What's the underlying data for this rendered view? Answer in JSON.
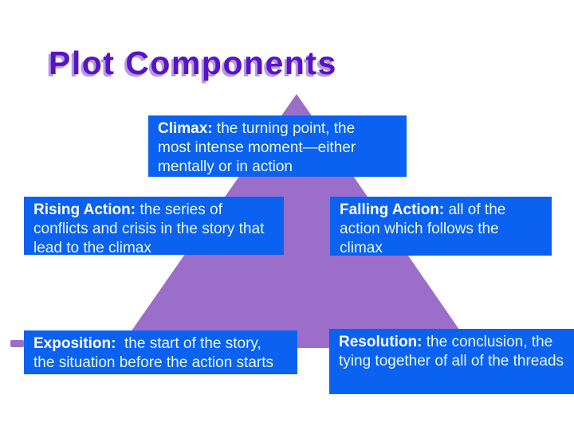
{
  "title": "Plot Components",
  "colors": {
    "box_blue": "#0B62F0",
    "triangle_purple": "#9B6ECA",
    "title_violet": "#5912CB",
    "title_shadow": "#B39DDC",
    "body_text": "#E9F8F2",
    "label_text": "#FFFFFF"
  },
  "boxes": {
    "climax": {
      "label": "Climax:",
      "lines": [
        " the turning point, the",
        "most intense moment—either",
        "mentally or in action"
      ]
    },
    "rising": {
      "label": "Rising Action:",
      "lines": [
        " the series of",
        "conflicts and crisis in the story that",
        "lead to the climax"
      ]
    },
    "falling": {
      "label": "Falling Action:",
      "lines": [
        " all of the",
        "action which follows the",
        "climax"
      ]
    },
    "exposition": {
      "label": "Exposition:",
      "lines": [
        "  the start of the story,",
        "the situation before the action starts"
      ]
    },
    "resolution": {
      "label": "Resolution:",
      "lines": [
        " the conclusion, the",
        "tying together of all of the threads"
      ]
    }
  }
}
